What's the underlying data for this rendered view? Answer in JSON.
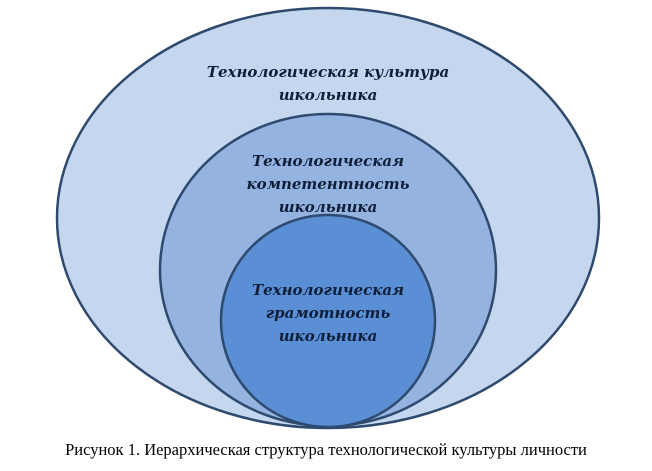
{
  "diagram": {
    "levels": [
      {
        "lines": [
          "Технологическая культура",
          "школьника"
        ],
        "color": "#c5d7ee"
      },
      {
        "lines": [
          "Технологическая",
          "компетентность",
          "школьника"
        ],
        "color": "#94b3e0"
      },
      {
        "lines": [
          "Технологическая",
          "грамотность",
          "школьника"
        ],
        "color": "#5a8fd6"
      }
    ],
    "stroke_color": "#2e4a6e"
  },
  "caption": "Рисунок 1. Иерархическая структура технологической культуры личности"
}
